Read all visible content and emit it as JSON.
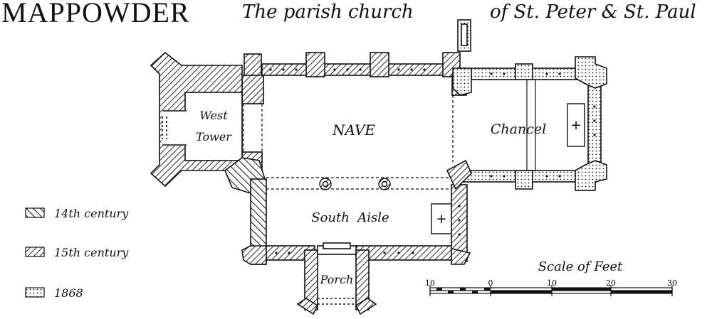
{
  "title": {
    "place": "MAPPOWDER",
    "subtitle_a": "The parish church",
    "subtitle_b": "of St. Peter & St. Paul"
  },
  "rooms": {
    "west_tower_1": "West",
    "west_tower_2": "Tower",
    "nave": "NAVE",
    "chancel": "Chancel",
    "south_aisle": "South  Aisle",
    "porch": "Porch"
  },
  "altars": {
    "chancel_altar": "+",
    "aisle_altar": "+"
  },
  "legend": [
    {
      "label": "14th century",
      "pattern": "hatch-14"
    },
    {
      "label": "15th century",
      "pattern": "hatch-15"
    },
    {
      "label": "1868",
      "pattern": "dots-1868"
    }
  ],
  "scale": {
    "title": "Scale of Feet",
    "ticks": [
      "10",
      "0",
      "10",
      "20",
      "30"
    ]
  },
  "colors": {
    "ink": "#111111",
    "paper": "#ffffff"
  }
}
